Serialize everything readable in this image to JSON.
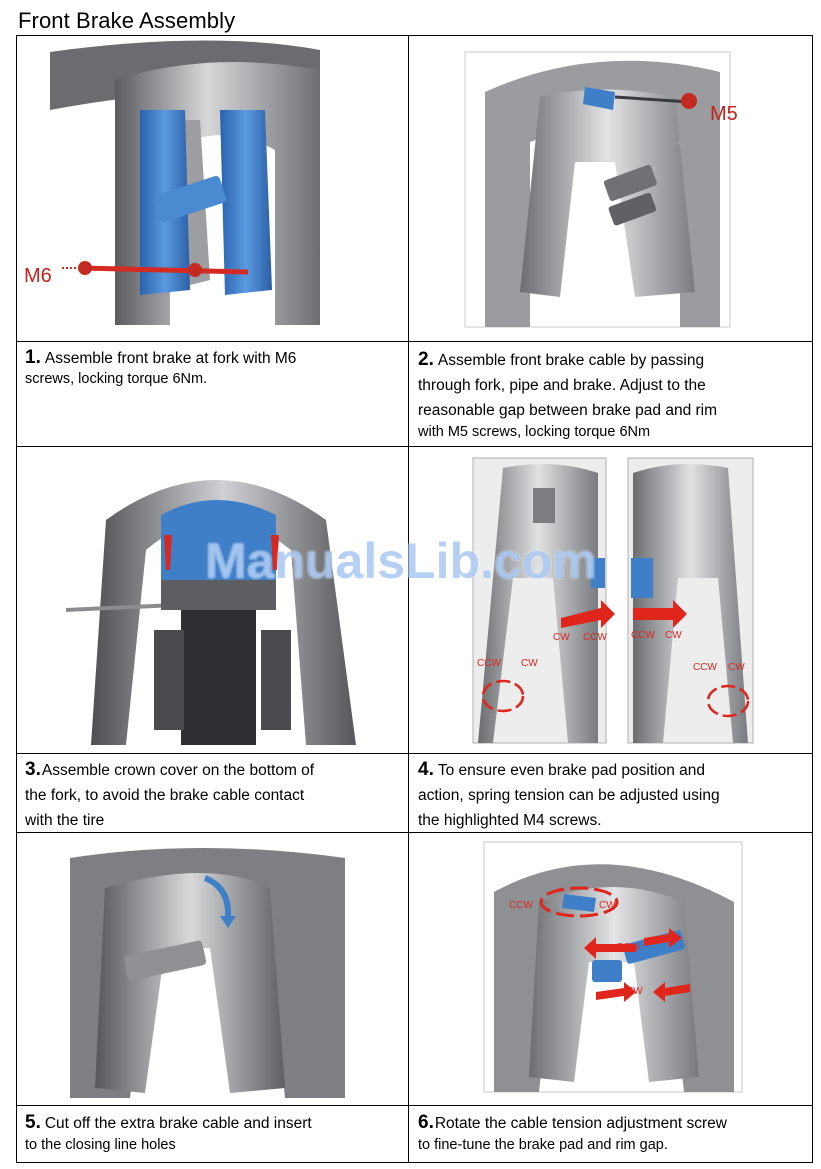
{
  "page": {
    "title": "Front Brake Assembly",
    "watermark": "ManualsLib.com"
  },
  "steps": [
    {
      "num": "1.",
      "text_line1": "Assemble front brake at fork with M6",
      "text_line2": "screws, locking torque 6Nm.",
      "labels": [
        "M6"
      ]
    },
    {
      "num": "2.",
      "text_line1": "Assemble front brake cable by passing",
      "text_line2": "through fork, pipe and brake. Adjust to the",
      "text_line3": "reasonable gap between brake pad and rim",
      "text_line4": "with M5 screws, locking torque 6Nm",
      "labels": [
        "M5"
      ]
    },
    {
      "num": "3.",
      "text_line1": "Assemble crown cover on the bottom of",
      "text_line2": "the fork, to avoid the brake cable contact",
      "text_line3": "with the tire"
    },
    {
      "num": "4.",
      "text_line1": "To ensure even brake pad position and",
      "text_line2": "action, spring tension can be adjusted using",
      "text_line3": "the highlighted M4 screws.",
      "labels": [
        "CW",
        "CCW",
        "CCW",
        "CW",
        "CCW",
        "CW",
        "CCW",
        "CW"
      ]
    },
    {
      "num": "5.",
      "text_line1": "Cut off the extra brake cable and insert",
      "text_line2": "to the closing line holes"
    },
    {
      "num": "6.",
      "text_line1": "Rotate the cable tension adjustment screw",
      "text_line2": "to fine-tune the brake pad and rim gap.",
      "labels": [
        "CCW",
        "CW",
        "CCW",
        "CW"
      ]
    }
  ],
  "colors": {
    "part_blue": "#3f7fc8",
    "arrow_red": "#e0251c",
    "metal": "#8d8f93",
    "metal_dark": "#3a3b3e"
  }
}
